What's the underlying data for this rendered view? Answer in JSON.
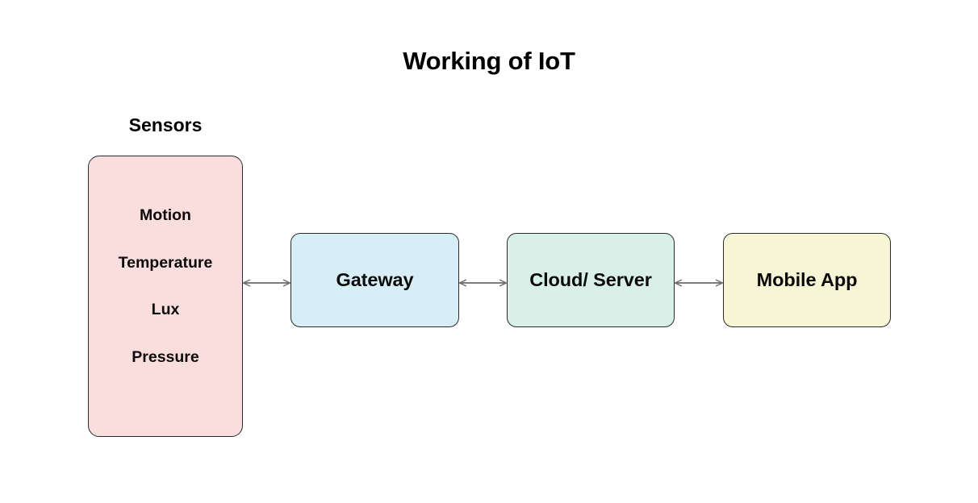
{
  "diagram": {
    "title": "Working of IoT",
    "background_color": "#ffffff",
    "connector_color": "#6b6b6b",
    "border_color": "#2b2b2b",
    "groups": [
      {
        "name": "sensors",
        "label": "Sensors",
        "fill_color": "#fadedd",
        "items": [
          {
            "label": "Motion"
          },
          {
            "label": "Temperature"
          },
          {
            "label": "Lux"
          },
          {
            "label": "Pressure"
          }
        ]
      }
    ],
    "nodes": [
      {
        "name": "gateway",
        "label": "Gateway",
        "fill_color": "#d7eef6"
      },
      {
        "name": "cloud-server",
        "label": "Cloud/ Server",
        "fill_color": "#d8f0e7"
      },
      {
        "name": "mobile-app",
        "label": "Mobile App",
        "fill_color": "#f6f6d6"
      }
    ],
    "connections": [
      {
        "name": "sensors-to-gateway",
        "from": "Sensors",
        "to": "Gateway",
        "direction": "bidirectional"
      },
      {
        "name": "gateway-to-cloud",
        "from": "Gateway",
        "to": "Cloud/ Server",
        "direction": "bidirectional"
      },
      {
        "name": "cloud-to-mobile",
        "from": "Cloud/ Server",
        "to": "Mobile App",
        "direction": "bidirectional"
      }
    ]
  }
}
